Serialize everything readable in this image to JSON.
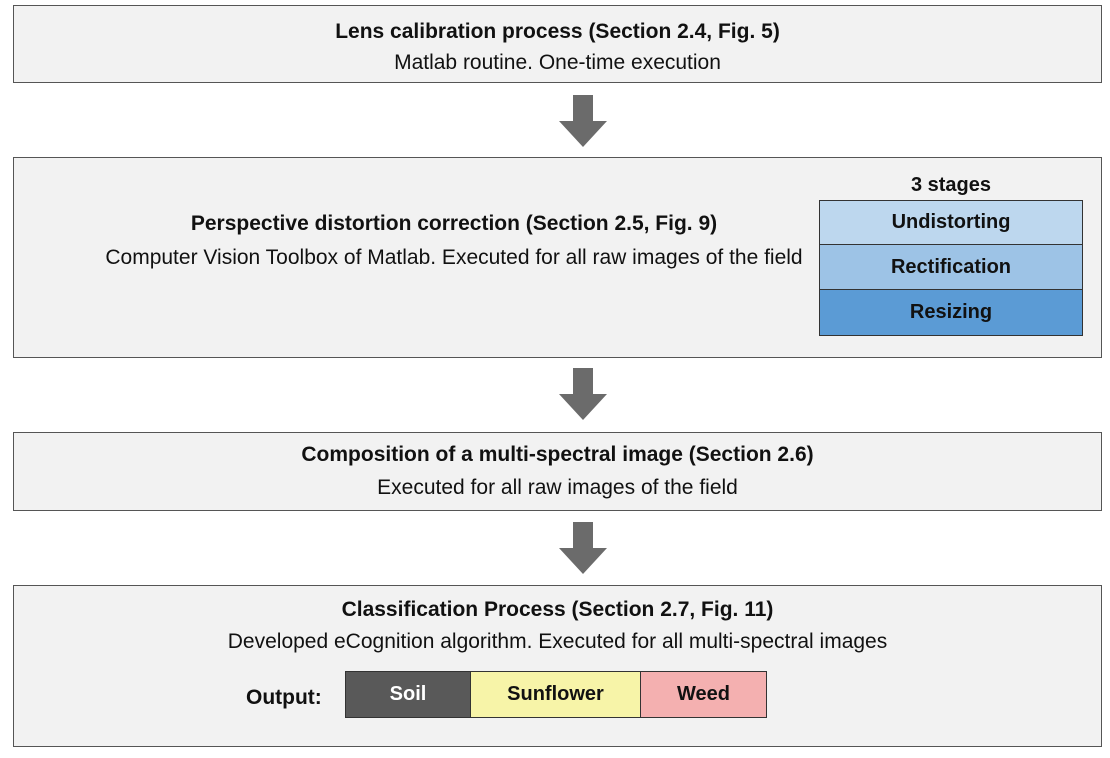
{
  "step1": {
    "title": "Lens calibration  process (Section 2.4, Fig. 5)",
    "subtitle": "Matlab routine. One-time execution"
  },
  "step2": {
    "title": "Perspective distortion  correction (Section 2.5, Fig. 9)",
    "subtitle": "Computer Vision Toolbox of Matlab. Executed for all raw images of the field",
    "stages_label": "3 stages",
    "stages": [
      "Undistorting",
      "Rectification",
      "Resizing"
    ],
    "stage_colors": [
      "#bdd7ee",
      "#9dc3e6",
      "#5b9bd5"
    ]
  },
  "step3": {
    "title": "Composition  of a multi-spectral  image (Section 2.6)",
    "subtitle": "Executed for all raw images of the field"
  },
  "step4": {
    "title": "Classification  Process (Section 2.7, Fig. 11)",
    "subtitle": "Developed eCognition algorithm. Executed for all multi-spectral images",
    "output_label": "Output:",
    "outputs": [
      "Soil",
      "Sunflower",
      "Weed"
    ],
    "output_colors": [
      "#595959",
      "#f7f4a8",
      "#f4b0b0"
    ]
  },
  "arrow_color": "#6b6b6b",
  "box_fill": "#f2f2f2"
}
